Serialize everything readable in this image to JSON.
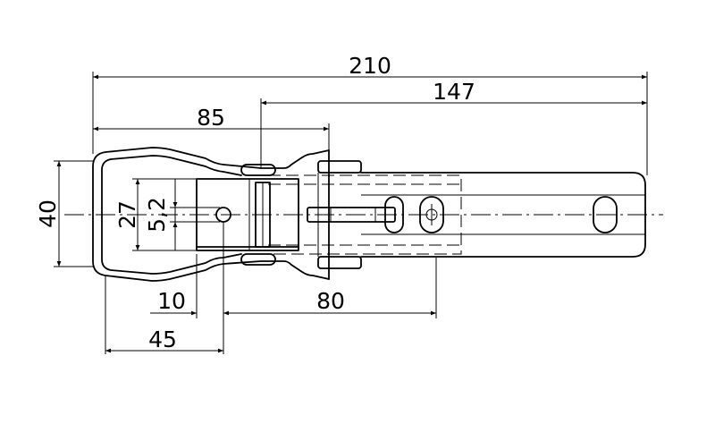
{
  "dimensions": {
    "overall_length": "210",
    "lever_length": "147",
    "hook_to_pivot": "85",
    "height": "40",
    "inner_height": "27",
    "hole_diameter": "5,2",
    "offset": "10",
    "base_length": "80",
    "hook_to_hole": "45"
  }
}
